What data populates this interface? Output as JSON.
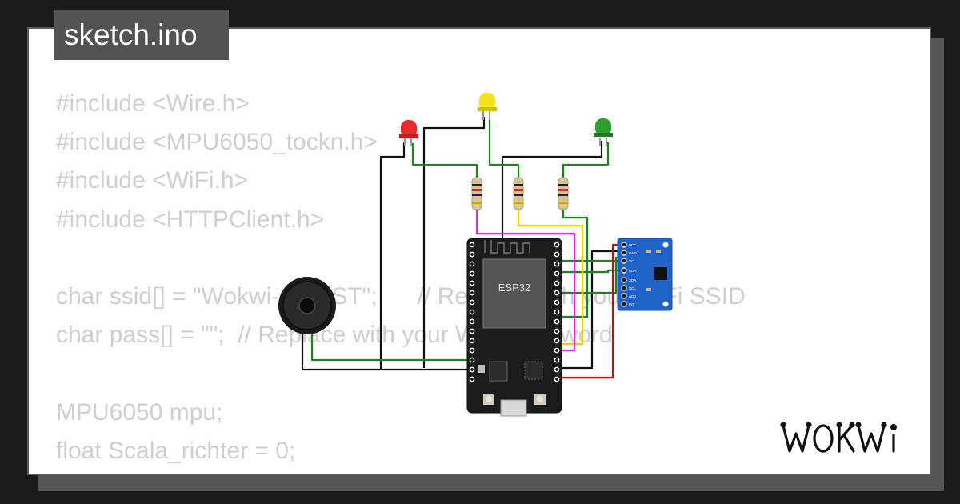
{
  "header": {
    "file_name": "sketch.ino"
  },
  "code_lines": [
    "#include <Wire.h>",
    "#include <MPU6050_tockn.h>",
    "#include <WiFi.h>",
    "#include <HTTPClient.h>",
    "",
    "char ssid[] = \"Wokwi-GUEST\";      // Replace with your WiFi SSID",
    "char pass[] = \"\";  // Replace with your WiFi password",
    "",
    "MPU6050 mpu;",
    "float Scala_richter = 0;"
  ],
  "circuit": {
    "mcu_label": "ESP32",
    "imu_pins": [
      "VCC",
      "GND",
      "SCL",
      "SDA",
      "XDA",
      "XCL",
      "AD0",
      "INT"
    ],
    "led_colors": {
      "red": "#e52b2b",
      "yellow": "#f2e21b",
      "green": "#2f9e2f"
    },
    "wire_colors": {
      "black": "#111111",
      "green": "#168a16",
      "red": "#e00000",
      "yellow": "#f0d000",
      "magenta": "#e02ae0"
    }
  },
  "brand": {
    "logo_text": "WOKWi"
  }
}
